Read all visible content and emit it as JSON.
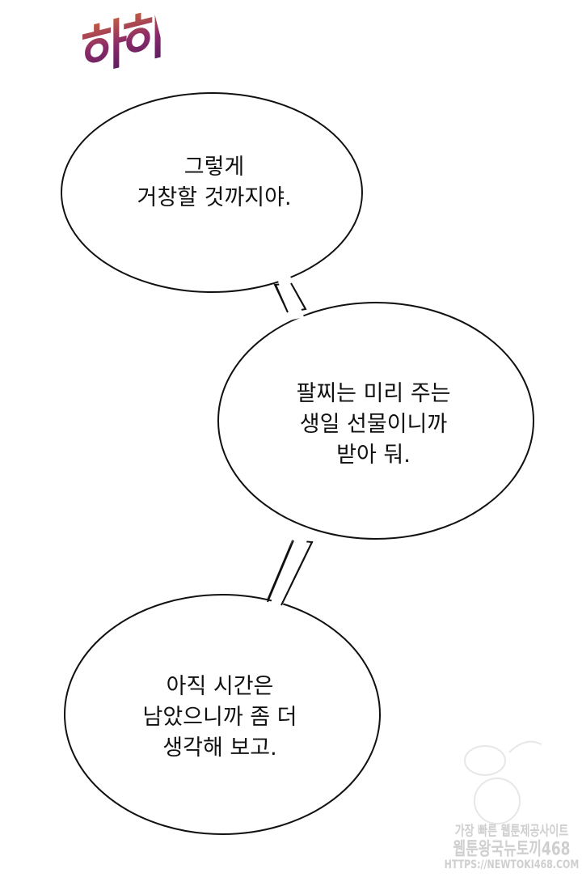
{
  "sfx": "하하",
  "bubbles": [
    {
      "text": "그렇게\n거창할 것까지야."
    },
    {
      "text": "팔찌는 미리 주는\n생일 선물이니까\n받아 둬."
    },
    {
      "text": "아직 시간은\n남았으니까 좀 더\n생각해 보고."
    }
  ],
  "watermark": {
    "line1": "가장 빠른 웹툰제공사이트",
    "line2": "웹툰왕국뉴토끼468",
    "url": "HTTPS://NEWTOKI468.COM"
  }
}
